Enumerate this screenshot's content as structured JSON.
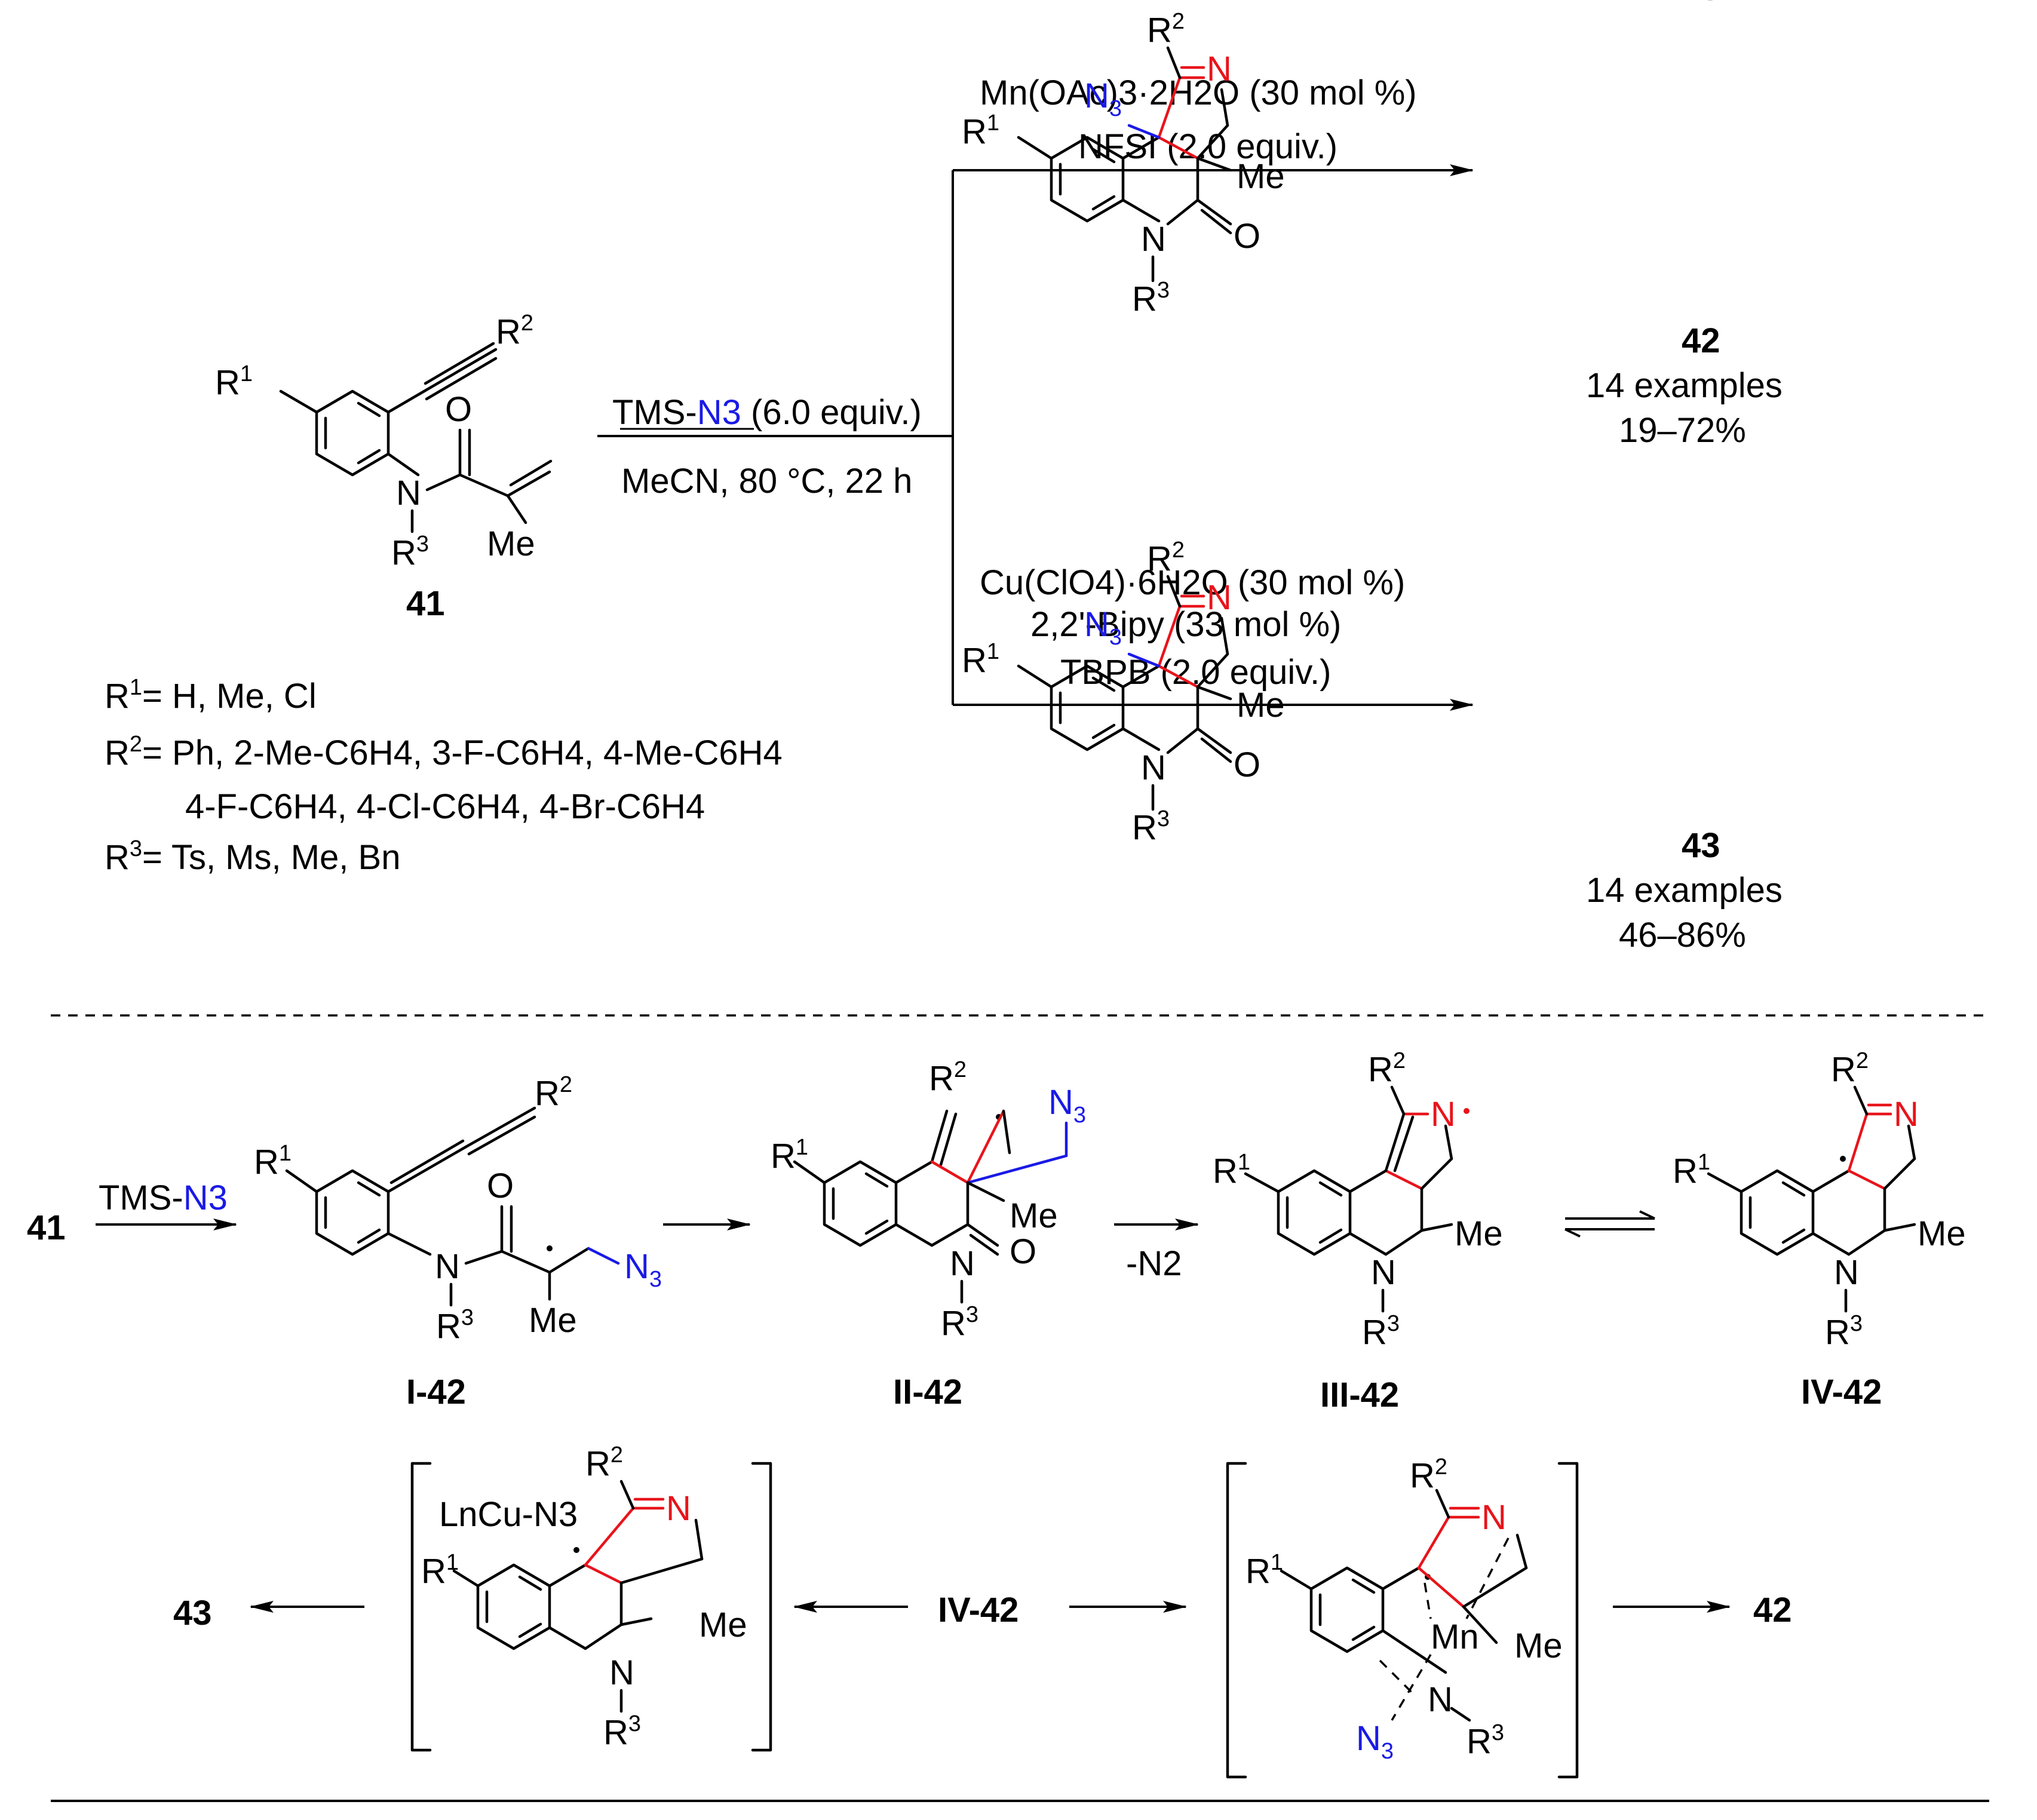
{
  "scheme": {
    "start_label": "41",
    "start_substituents": [
      "R1",
      "R2",
      "R3",
      "Me",
      "N",
      "O"
    ],
    "reagents_main": {
      "line1_prefix": "TMS-",
      "line1_azide": "N3",
      "line1_suffix": " (6.0 equiv.)",
      "line2": "MeCN, 80 °C, 22 h"
    },
    "top_branch": {
      "line1": "Mn(OAc)3·2H2O (30 mol %)",
      "line2": "NFSI (2.0 equiv.)",
      "product_label": "42",
      "examples": "14 examples",
      "yield": "19–72%"
    },
    "bottom_branch": {
      "line1": "Cu(ClO4)·6H2O (30 mol %)",
      "line2": "2,2'-Bipy (33 mol %)",
      "line3": "TBPB (2.0 equiv.)",
      "product_label": "43",
      "examples": "14 examples",
      "yield": "46–86%"
    },
    "substituents": {
      "r1": "= H, Me, Cl",
      "r2_line1": "= Ph, 2-Me-C6H4, 3-F-C6H4, 4-Me-C6H4",
      "r2_line2": "4-F-C6H4, 4-Cl-C6H4, 4-Br-C6H4",
      "r3": "= Ts, Ms, Me, Bn"
    }
  },
  "mechanism": {
    "start": "41",
    "step1_prefix": "TMS-",
    "step1_azide": "N3",
    "step3_label": "-N2",
    "intermediates": [
      "I-42",
      "II-42",
      "III-42",
      "IV-42"
    ],
    "cu_species": "LnCu-N3",
    "mn_label": "Mn",
    "center_label": "IV-42",
    "left_product": "43",
    "right_product": "42"
  }
}
